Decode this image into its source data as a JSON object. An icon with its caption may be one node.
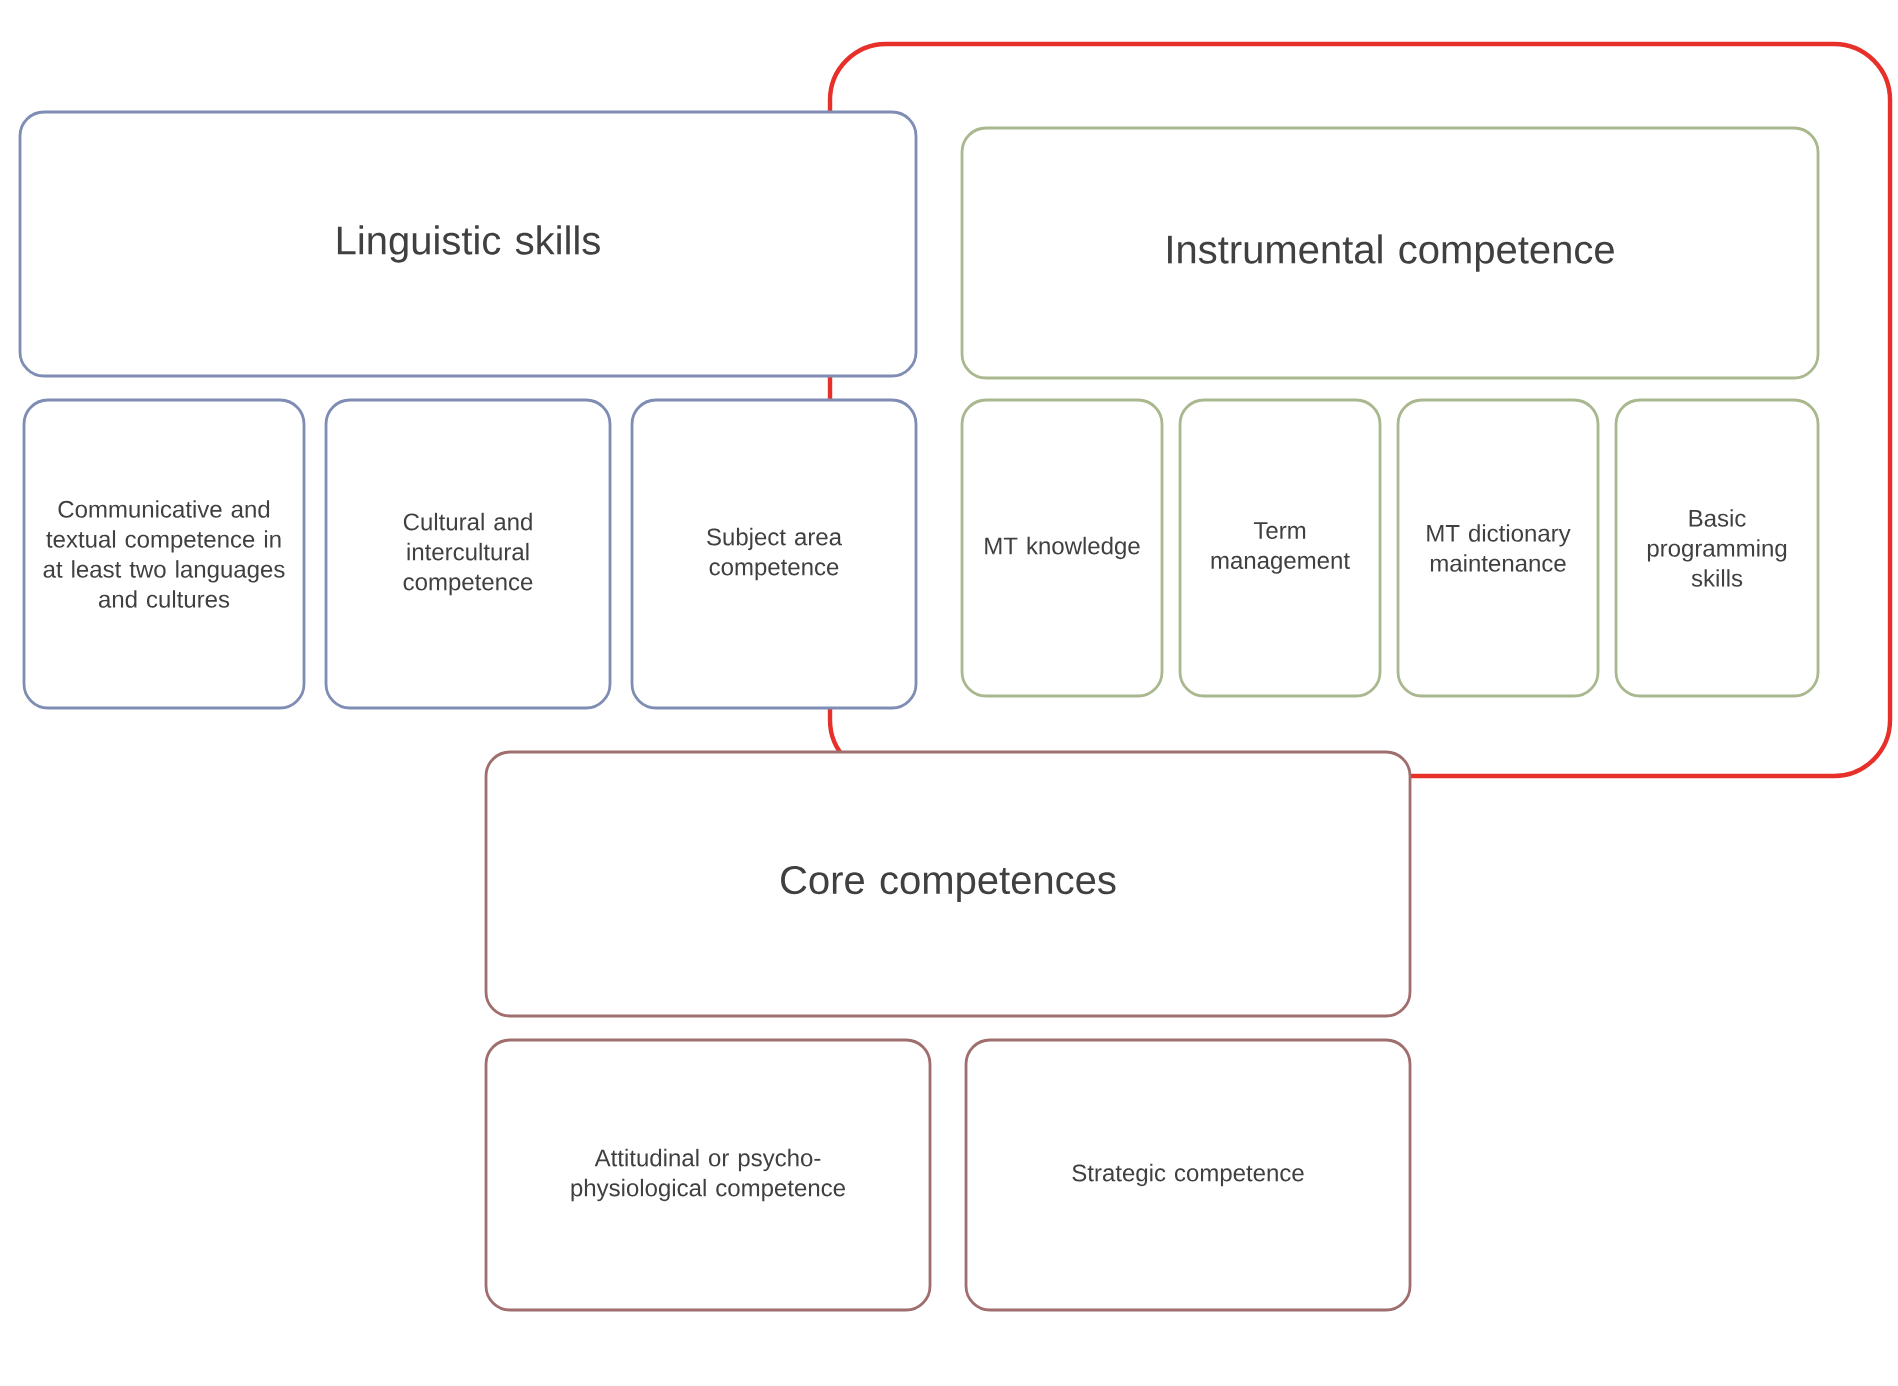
{
  "diagram": {
    "nodes": [
      {
        "text": [
          "Linguistic skills"
        ]
      },
      {
        "text": [
          "Communicative and textual competence in at least two languages and cultures"
        ]
      },
      {
        "text": [
          "Cultural and intercultural competence"
        ]
      },
      {
        "text": [
          "Subject area competence"
        ]
      },
      {
        "text": [
          "Instrumental competence"
        ]
      },
      {
        "text": [
          "MT knowledge"
        ]
      },
      {
        "text": [
          "Term management"
        ]
      },
      {
        "text": [
          "MT dictionary maintenance"
        ]
      },
      {
        "text": [
          "Basic programming skills"
        ]
      },
      {
        "text": [
          "Core competences"
        ]
      },
      {
        "text": [
          "Attitudinal or psycho-physiological competence"
        ]
      },
      {
        "text": [
          "Strategic competence"
        ]
      }
    ]
  }
}
